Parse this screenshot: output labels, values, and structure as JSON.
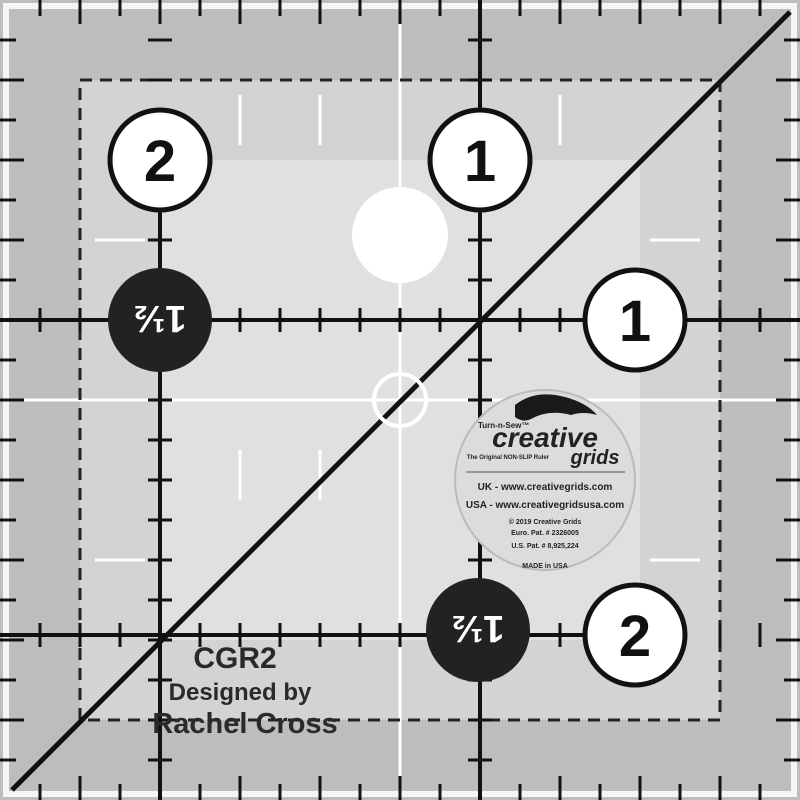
{
  "ruler": {
    "markers": [
      {
        "id": "marker-2-top-left",
        "text": "2",
        "style": "white"
      },
      {
        "id": "marker-1-top-center",
        "text": "1",
        "style": "white"
      },
      {
        "id": "marker-1-right",
        "text": "1",
        "style": "white"
      },
      {
        "id": "marker-2-bottom-right",
        "text": "2",
        "style": "white"
      },
      {
        "id": "marker-one-half-left",
        "text": "1½",
        "style": "black"
      },
      {
        "id": "marker-one-half-bottom",
        "text": "1½",
        "style": "black"
      }
    ],
    "model": "CGR2",
    "designed_by": "Designed by",
    "designer": "Rachel Cross",
    "logo": {
      "tagline": "Turn-n-Sew™",
      "brand_top": "creative",
      "brand_bottom": "grids",
      "slogan": "The Original NON-SLIP Ruler",
      "uk": "UK - www.creativegrids.com",
      "usa": "USA - www.creativegridsusa.com",
      "copyright": "© 2019 Creative Grids",
      "patent1": "Euro. Pat. # 2326005",
      "patent2": "U.S. Pat. # 8,925,224",
      "made_in": "MADE in USA"
    }
  },
  "colors": {
    "outer": "#bdbdbd",
    "inner": "#d3d3d3",
    "center": "#e2e2e2",
    "lines": "#111111",
    "marker_dark": "#222222"
  }
}
